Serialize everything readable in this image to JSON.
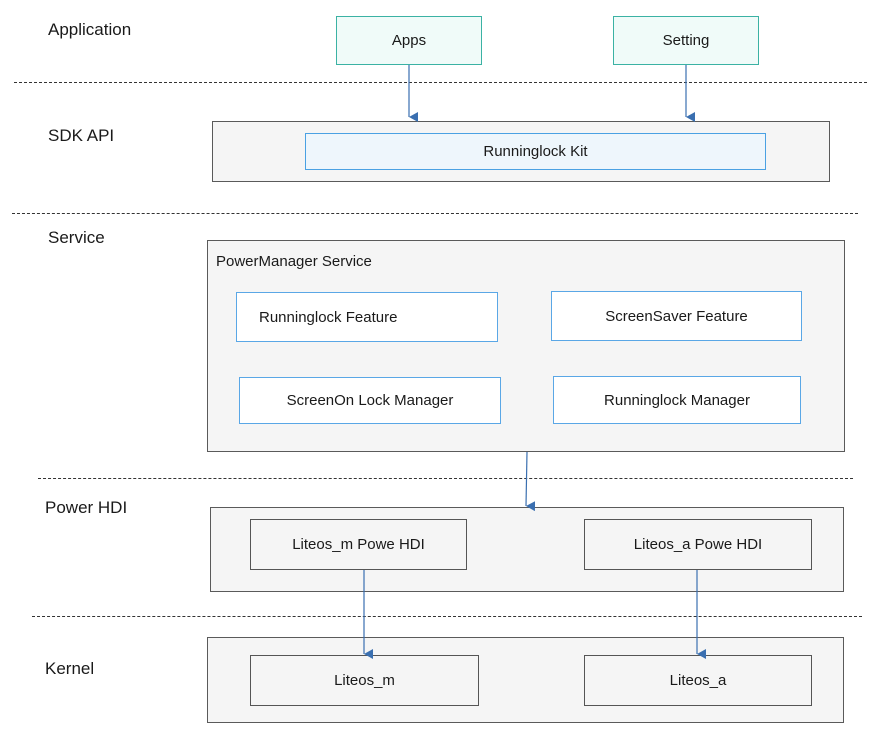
{
  "layers": {
    "application": "Application",
    "sdk_api": "SDK API",
    "service": "Service",
    "power_hdi": "Power HDI",
    "kernel": "Kernel"
  },
  "application": {
    "apps": "Apps",
    "setting": "Setting"
  },
  "sdk": {
    "kit": "Runninglock Kit"
  },
  "service": {
    "title": "PowerManager Service",
    "runninglock_feature": "Runninglock Feature",
    "screensaver_feature": "ScreenSaver Feature",
    "screenon_lock_manager": "ScreenOn Lock Manager",
    "runninglock_manager": "Runninglock Manager"
  },
  "hdi": {
    "liteos_m": "Liteos_m Powe HDI",
    "liteos_a": "Liteos_a Powe HDI"
  },
  "kernel": {
    "liteos_m": "Liteos_m",
    "liteos_a": "Liteos_a"
  },
  "colors": {
    "app_box_border": "#3bb2a4",
    "app_box_fill": "#f0fbf9",
    "feature_border": "#5aa7e6",
    "kit_fill": "#eef6fc",
    "arrow": "#3a6fb0",
    "panel_fill": "#f5f5f5"
  }
}
